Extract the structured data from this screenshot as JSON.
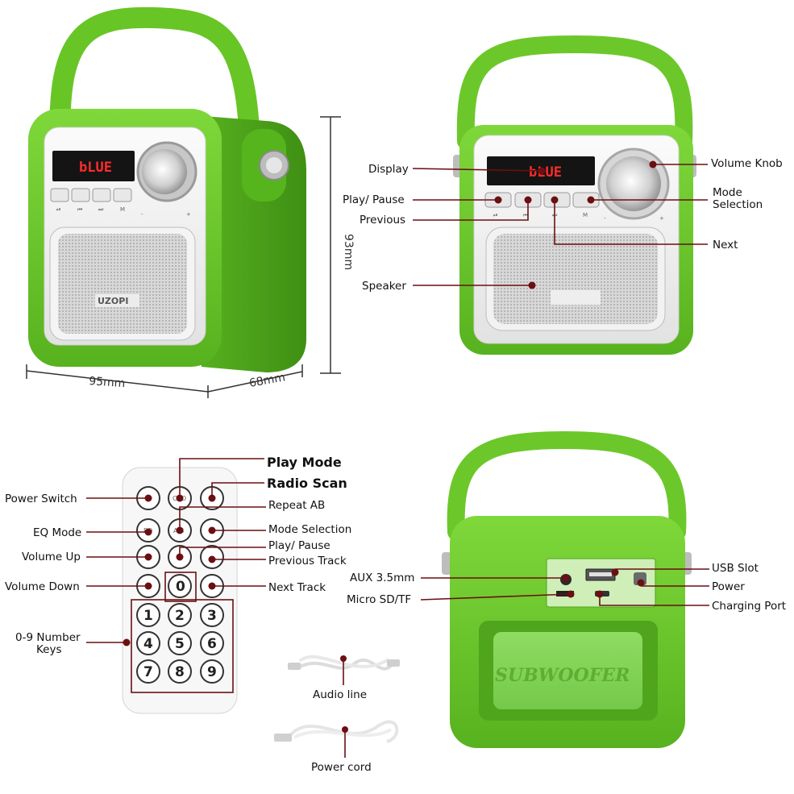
{
  "product": {
    "lcd_text": "bLUE",
    "brand_text": "UZOPI",
    "subwoofer_text": "SUBWOOFER",
    "button_marks": [
      "⏯",
      "⏮",
      "⏭",
      "M"
    ],
    "knob_marks": [
      "-",
      "+"
    ]
  },
  "dimensions": {
    "width": "95mm",
    "depth": "68mm",
    "height": "93mm"
  },
  "front_labels": {
    "display": "Display",
    "play_pause": "Play/ Pause",
    "previous": "Previous",
    "speaker": "Speaker",
    "volume_knob": "Volume Knob",
    "mode_selection_1": "Mode",
    "mode_selection_2": "Selection",
    "next": "Next"
  },
  "remote_labels": {
    "power_switch": "Power Switch",
    "eq_mode": "EQ Mode",
    "volume_up": "Volume Up",
    "volume_down": "Volume Down",
    "number_keys_1": "0-9 Number",
    "number_keys_2": "Keys",
    "play_mode": "Play Mode",
    "radio_scan": "Radio Scan",
    "repeat_ab": "Repeat AB",
    "mode_selection": "Mode Selection",
    "play_pause": "Play/ Pause",
    "previous_track": "Previous Track",
    "next_track": "Next Track"
  },
  "remote_keys": {
    "top_row": [
      "⏻",
      "CBO",
      "⊙"
    ],
    "row2": [
      "EQ",
      "A-B",
      "M"
    ],
    "numbers": [
      "0",
      "1",
      "2",
      "3",
      "4",
      "5",
      "6",
      "7",
      "8",
      "9"
    ]
  },
  "accessories": {
    "audio_line": "Audio line",
    "power_cord": "Power cord"
  },
  "back_labels": {
    "aux": "AUX 3.5mm",
    "micro_sd": "Micro SD/TF",
    "usb_slot": "USB Slot",
    "power": "Power",
    "charging_port": "Charging Port"
  },
  "colors": {
    "green": "#6cc82a",
    "green_dark": "#4fa51c",
    "leader": "#6b0f12",
    "lcd_red": "#ff2b2b"
  }
}
